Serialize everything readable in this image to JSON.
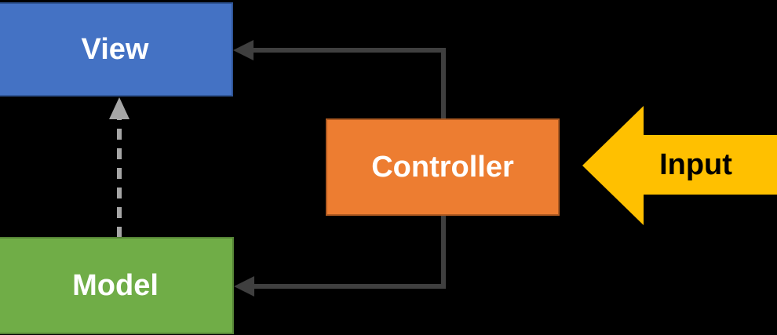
{
  "diagram": {
    "description": "MVC pattern diagram: Controller updates View and Model, Model notifies View (dashed), Input flows into Controller",
    "nodes": {
      "view": {
        "label": "View",
        "shape": "rectangle"
      },
      "model": {
        "label": "Model",
        "shape": "rectangle"
      },
      "controller": {
        "label": "Controller",
        "shape": "rectangle"
      },
      "input": {
        "label": "Input",
        "shape": "left-block-arrow"
      }
    },
    "edges": [
      {
        "from": "controller",
        "to": "view",
        "style": "solid",
        "arrowhead": "left"
      },
      {
        "from": "controller",
        "to": "model",
        "style": "solid",
        "arrowhead": "left"
      },
      {
        "from": "model",
        "to": "view",
        "style": "dashed",
        "arrowhead": "up"
      },
      {
        "from": "input",
        "to": "controller",
        "style": "block-arrow",
        "arrowhead": "left"
      }
    ]
  },
  "colors": {
    "background": "#000000",
    "view_fill": "#4472c4",
    "view_border": "#2f5597",
    "model_fill": "#70ad47",
    "model_border": "#548235",
    "controller_fill": "#ed7d31",
    "controller_border": "#ae5a21",
    "input_fill": "#ffc000",
    "connector": "#3f3f3f",
    "dashed_connector": "#a6a6a6",
    "text_light": "#ffffff",
    "text_dark": "#000000"
  }
}
